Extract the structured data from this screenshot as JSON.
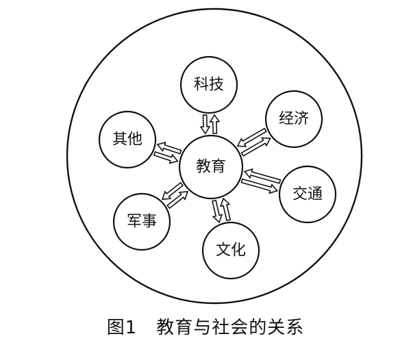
{
  "diagram": {
    "center": {
      "label": "教育"
    },
    "nodes": [
      {
        "id": "keji",
        "label": "科技"
      },
      {
        "id": "jingji",
        "label": "经济"
      },
      {
        "id": "jiaotong",
        "label": "交通"
      },
      {
        "id": "wenhua",
        "label": "文化"
      },
      {
        "id": "junshi",
        "label": "军事"
      },
      {
        "id": "qita",
        "label": "其他"
      }
    ],
    "relations": [
      {
        "from": "教育",
        "to": "科技",
        "direction": "bidirectional"
      },
      {
        "from": "教育",
        "to": "经济",
        "direction": "bidirectional"
      },
      {
        "from": "教育",
        "to": "交通",
        "direction": "bidirectional"
      },
      {
        "from": "教育",
        "to": "文化",
        "direction": "bidirectional"
      },
      {
        "from": "教育",
        "to": "军事",
        "direction": "bidirectional"
      },
      {
        "from": "教育",
        "to": "其他",
        "direction": "bidirectional"
      }
    ]
  },
  "caption": {
    "figure_label": "图1",
    "title": "教育与社会的关系"
  }
}
